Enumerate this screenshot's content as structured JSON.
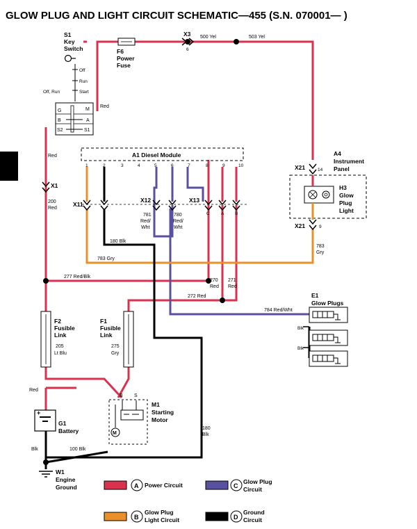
{
  "title": "GLOW PLUG AND LIGHT CIRCUIT SCHEMATIC—455 (S.N. 070001— )",
  "colors": {
    "power": "#d8324f",
    "glow": "#5a50a0",
    "light": "#e9902a",
    "ground": "#000000"
  },
  "components": {
    "s1": {
      "id": "S1",
      "name1": "Key",
      "name2": "Switch",
      "off": "Off",
      "run": "Run",
      "start": "Start",
      "offrun": "Off, Run",
      "g": "G",
      "m": "M",
      "b": "B",
      "a": "A",
      "s2": "S2",
      "s1t": "S1"
    },
    "f6": {
      "id": "F6",
      "name1": "Power",
      "name2": "Fuse"
    },
    "x3": {
      "id": "X3",
      "pin": "6"
    },
    "a1": {
      "name": "A1 Diesel Module",
      "pins": [
        "1",
        "2",
        "3",
        "4",
        "5",
        "6",
        "7",
        "8",
        "9",
        "10"
      ]
    },
    "a4": {
      "id": "A4",
      "name1": "Instrument",
      "name2": "Panel"
    },
    "x21top": {
      "id": "X21",
      "pin": "14"
    },
    "x21bot": {
      "id": "X21",
      "pin": "9"
    },
    "h3": {
      "id": "H3",
      "name1": "Glow",
      "name2": "Plug",
      "name3": "Light"
    },
    "x1": {
      "id": "X1"
    },
    "x11": {
      "id": "X11"
    },
    "x12": {
      "id": "X12"
    },
    "x13": {
      "id": "X13",
      "c": "C",
      "a": "A",
      "b": "B"
    },
    "f2": {
      "id": "F2",
      "name1": "Fusible",
      "name2": "Link",
      "wire": "205",
      "color": "Lt Blu"
    },
    "f1": {
      "id": "F1",
      "name1": "Fusible",
      "name2": "Link",
      "wire": "275",
      "color": "Gry"
    },
    "e1": {
      "id": "E1",
      "name": "Glow Plugs",
      "blk": "Blk"
    },
    "m1": {
      "id": "M1",
      "name1": "Starting",
      "name2": "Motor",
      "b": "B",
      "s": "S",
      "m": "M"
    },
    "g1": {
      "id": "G1",
      "name": "Battery"
    },
    "w1": {
      "id": "W1",
      "name1": "Engine",
      "name2": "Ground"
    }
  },
  "wires": {
    "w500": "500 Yel",
    "w503": "503 Yel",
    "red": "Red",
    "red2": "Red",
    "red3": "Red",
    "w200": "200",
    "w200c": "Red",
    "w180": "180 Blk",
    "w783a": "783 Gry",
    "w783b": "783",
    "w783c": "Gry",
    "w781": "781",
    "w781c1": "Red/",
    "w781c2": "Wht",
    "w780": "780",
    "w780c1": "Red/",
    "w780c2": "Wht",
    "w277": "277 Red/Blk",
    "w270": "270",
    "w270c": "Red",
    "w271": "271",
    "w271c": "Red",
    "w272": "272 Red",
    "w784": "784 Red/Wht",
    "w180b": "180",
    "w180bc": "Blk",
    "w100": "100 Blk",
    "blk": "Blk"
  },
  "legend": [
    {
      "letter": "A",
      "label1": "Power Circuit",
      "label2": "",
      "color": "#d8324f"
    },
    {
      "letter": "B",
      "label1": "Glow Plug",
      "label2": "Light Circuit",
      "color": "#e9902a"
    },
    {
      "letter": "C",
      "label1": "Glow Plug",
      "label2": "Circuit",
      "color": "#5a50a0"
    },
    {
      "letter": "D",
      "label1": "Ground",
      "label2": "Circuit",
      "color": "#000000"
    }
  ]
}
